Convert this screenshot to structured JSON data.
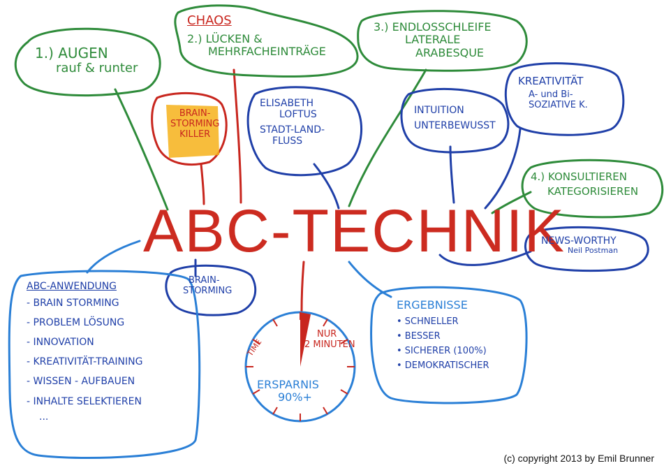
{
  "center": {
    "title": "ABC-TECHNIK"
  },
  "node_augen": {
    "number": "1.)",
    "line1": "AUGEN",
    "line2": "rauf & runter"
  },
  "node_chaos": {
    "heading": "CHAOS",
    "number": "2.)",
    "line1": "LÜCKEN &",
    "line2": "MEHRFACHEINTRÄGE"
  },
  "node_endlos": {
    "number": "3.)",
    "line1": "ENDLOSSCHLEIFE",
    "line2": "LATERALE",
    "line3": "ARABESQUE"
  },
  "node_killer": {
    "line1": "BRAIN-",
    "line2": "STORMING",
    "line3": "KILLER"
  },
  "node_loftus": {
    "line1": "ELISABETH",
    "line2": "LOFTUS",
    "line3": "STADT-LAND-",
    "line4": "FLUSS"
  },
  "node_intuition": {
    "line1": "INTUITION",
    "line2": "UNTERBEWUSST"
  },
  "node_kreativ": {
    "line1": "KREATIVITÄT",
    "line2": "A- und Bi-",
    "line3": "SOZIATIVE K."
  },
  "node_konsult": {
    "number": "4.)",
    "line1": "KONSULTIEREN",
    "line2": "KATEGORISIEREN"
  },
  "node_news": {
    "line1": "NEWS-WORTHY",
    "line2": "Neil Postman"
  },
  "node_brainstorming": {
    "line1": "BRAIN-",
    "line2": "STORMING"
  },
  "node_anwendung": {
    "heading": "ABC-ANWENDUNG",
    "items": [
      "- BRAIN STORMING",
      "- PROBLEM LÖSUNG",
      "- INNOVATION",
      "- KREATIVITÄT-TRAINING",
      "- WISSEN - AUFBAUEN",
      "- INHALTE SELEKTIEREN",
      "..."
    ]
  },
  "node_clock": {
    "time_label": "TIME",
    "note_line1": "NUR",
    "note_line2": "2 MINUTEN",
    "line1": "ERSPARNIS",
    "line2": "90%+"
  },
  "node_ergebnisse": {
    "heading": "ERGEBNISSE",
    "items": [
      "• SCHNELLER",
      "• BESSER",
      "• SICHERER (100%)",
      "• DEMOKRATISCHER"
    ]
  },
  "footer": {
    "copyright": "(c) copyright 2013 by Emil Brunner"
  },
  "colors": {
    "green": "#2e8b3a",
    "blue": "#1f3fa8",
    "light_blue": "#2a7fd6",
    "red": "#c8261e",
    "highlight": "#f6b21a"
  }
}
